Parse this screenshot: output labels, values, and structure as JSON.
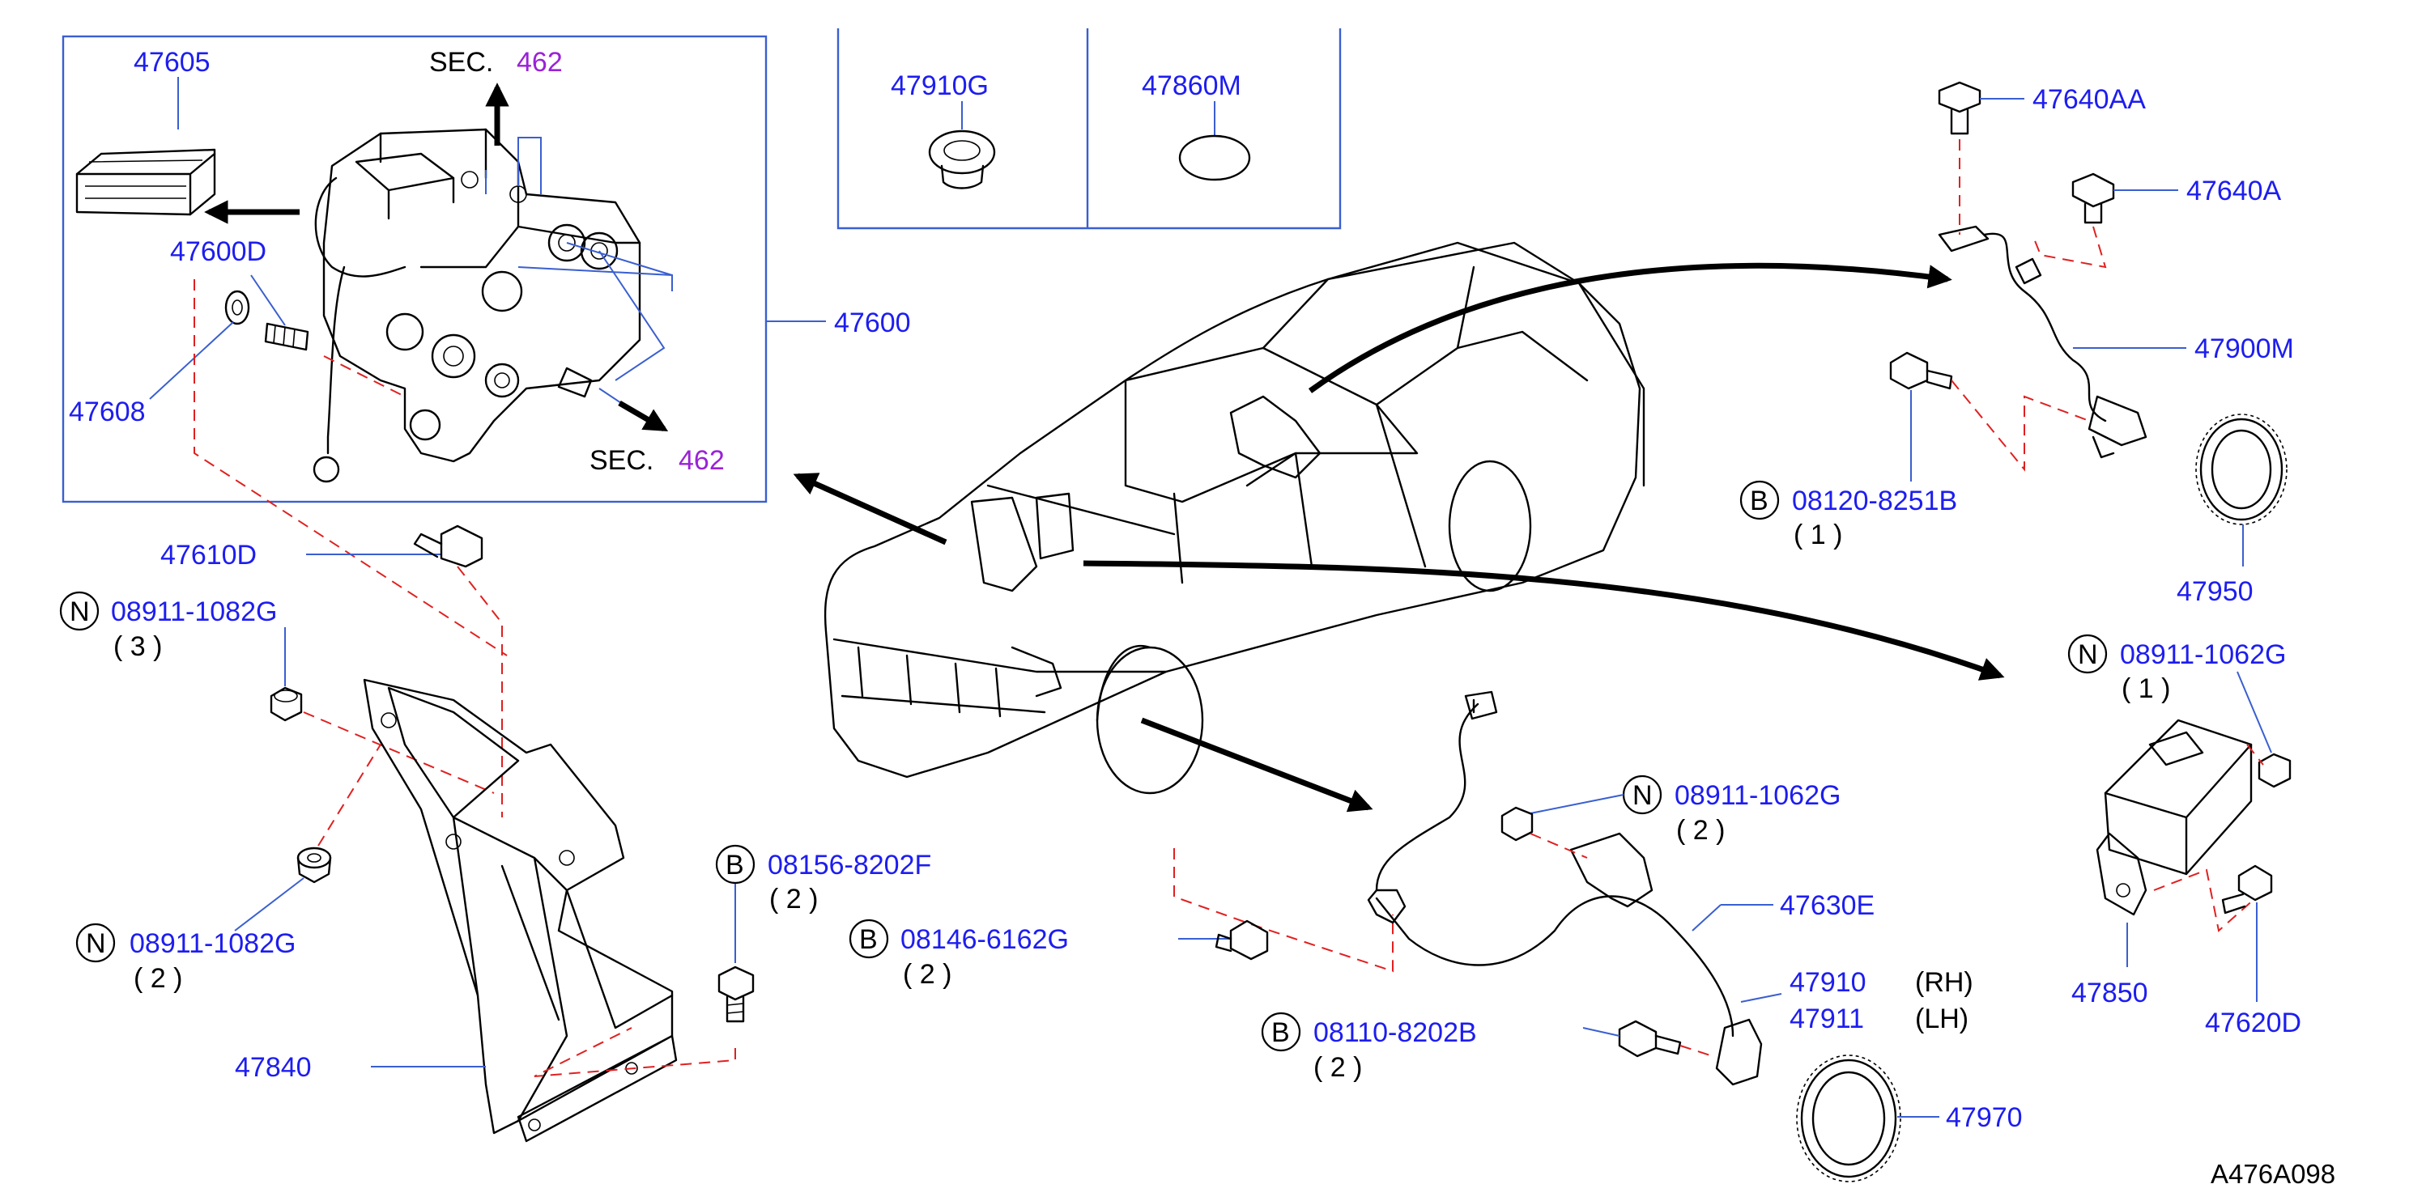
{
  "diagram_code": "A476A098",
  "colors": {
    "part_number": "#1d1df0",
    "section_ref": "#9a22d8",
    "leader": "#3a5fd0",
    "dashed_line": "#e02020"
  },
  "inset_box": {
    "actuator_label": "47600",
    "sec_prefix": "SEC.",
    "sec_top": "462",
    "sec_bottom": "462",
    "relay_label": "47605",
    "bracket_bolt": "47600D",
    "washer": "47608"
  },
  "top_panel": {
    "grommet": "47910G",
    "plug": "47860M"
  },
  "parts": {
    "p47610D": "47610D",
    "p47840": "47840",
    "p47640AA": "47640AA",
    "p47640A": "47640A",
    "p47900M": "47900M",
    "p47950": "47950",
    "p47850": "47850",
    "p47620D": "47620D",
    "p47630E": "47630E",
    "p47910": "47910",
    "p47911": "47911",
    "p47970": "47970",
    "rh": "(RH)",
    "lh": "(LH)"
  },
  "fasteners": {
    "n_top_left": {
      "prefix": "N",
      "number": "08911-1082G",
      "qty": "( 3 )"
    },
    "n_mid_left": {
      "prefix": "N",
      "number": "08911-1082G",
      "qty": "( 2 )"
    },
    "b_08156": {
      "prefix": "B",
      "number": "08156-8202F",
      "qty": "( 2 )"
    },
    "b_08146": {
      "prefix": "B",
      "number": "08146-6162G",
      "qty": "( 2 )"
    },
    "n_center": {
      "prefix": "N",
      "number": "08911-1062G",
      "qty": "( 2 )"
    },
    "b_08110": {
      "prefix": "B",
      "number": "08110-8202B",
      "qty": "( 2 )"
    },
    "b_08120": {
      "prefix": "B",
      "number": "08120-8251B",
      "qty": "( 1 )"
    },
    "n_right": {
      "prefix": "N",
      "number": "08911-1062G",
      "qty": "( 1 )"
    }
  }
}
